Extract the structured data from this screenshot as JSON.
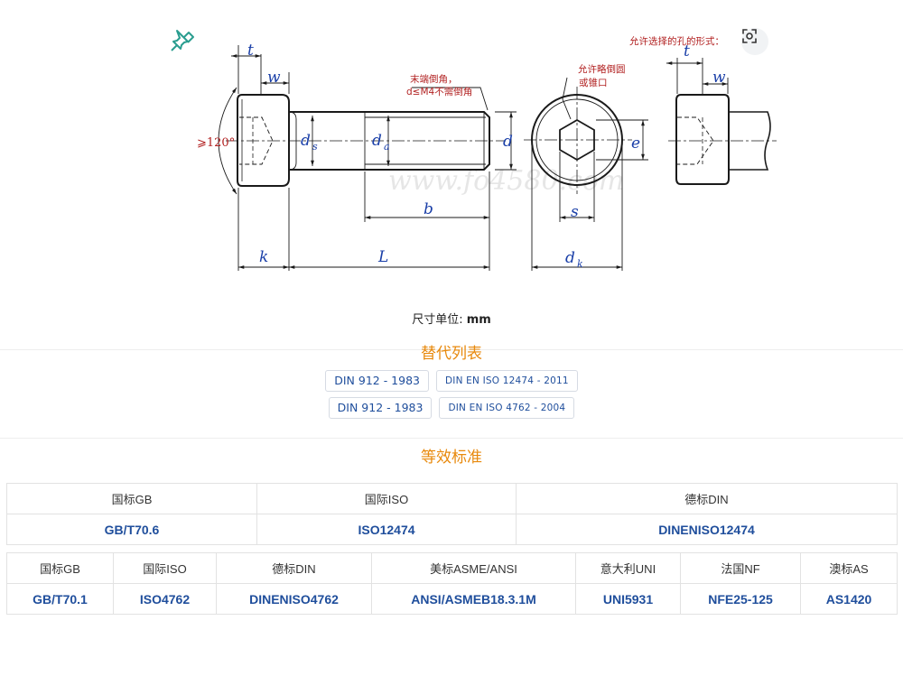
{
  "drawing": {
    "holes_note": "允许选择的孔的形式：",
    "chamfer_note_1": "末端倒角，",
    "chamfer_note_2": "d≤M4不需倒角",
    "fillet_note_1": "允许略倒圆",
    "fillet_note_2": "或锥口",
    "angle_label": "⩾120°",
    "watermark": "www.fo4580.com",
    "dims": {
      "t": "t",
      "w": "w",
      "ds": "d",
      "ds_sub": "s",
      "da": "d",
      "da_sub": "a",
      "d": "d",
      "b": "b",
      "k": "k",
      "L": "L",
      "e": "e",
      "s": "s",
      "dk": "d",
      "dk_sub": "k"
    },
    "icons": {
      "pin": "pin-icon",
      "scan": "scan-icon"
    },
    "colors": {
      "note_red": "#b22222",
      "dim_blue": "#1a3fa8",
      "part_outline": "#1a1a1a"
    }
  },
  "unit": {
    "label": "尺寸单位: ",
    "value": "mm"
  },
  "alternatives": {
    "title": "替代列表",
    "rows": [
      [
        "DIN 912 - 1983",
        "DIN EN ISO 12474 - 2011"
      ],
      [
        "DIN 912 - 1983",
        "DIN EN ISO 4762 - 2004"
      ]
    ]
  },
  "equivalents": {
    "title": "等效标准",
    "table1": {
      "headers": [
        "国标GB",
        "国际ISO",
        "德标DIN"
      ],
      "values": [
        "GB/T70.6",
        "ISO12474",
        "DINENISO12474"
      ]
    },
    "table2": {
      "headers": [
        "国标GB",
        "国际ISO",
        "德标DIN",
        "美标ASME/ANSI",
        "意大利UNI",
        "法国NF",
        "澳标AS"
      ],
      "values": [
        "GB/T70.1",
        "ISO4762",
        "DINENISO4762",
        "ANSI/ASMEB18.3.1M",
        "UNI5931",
        "NFE25-125",
        "AS1420"
      ]
    },
    "accent_color": "#e8890c",
    "link_color": "#1f4e9c"
  }
}
